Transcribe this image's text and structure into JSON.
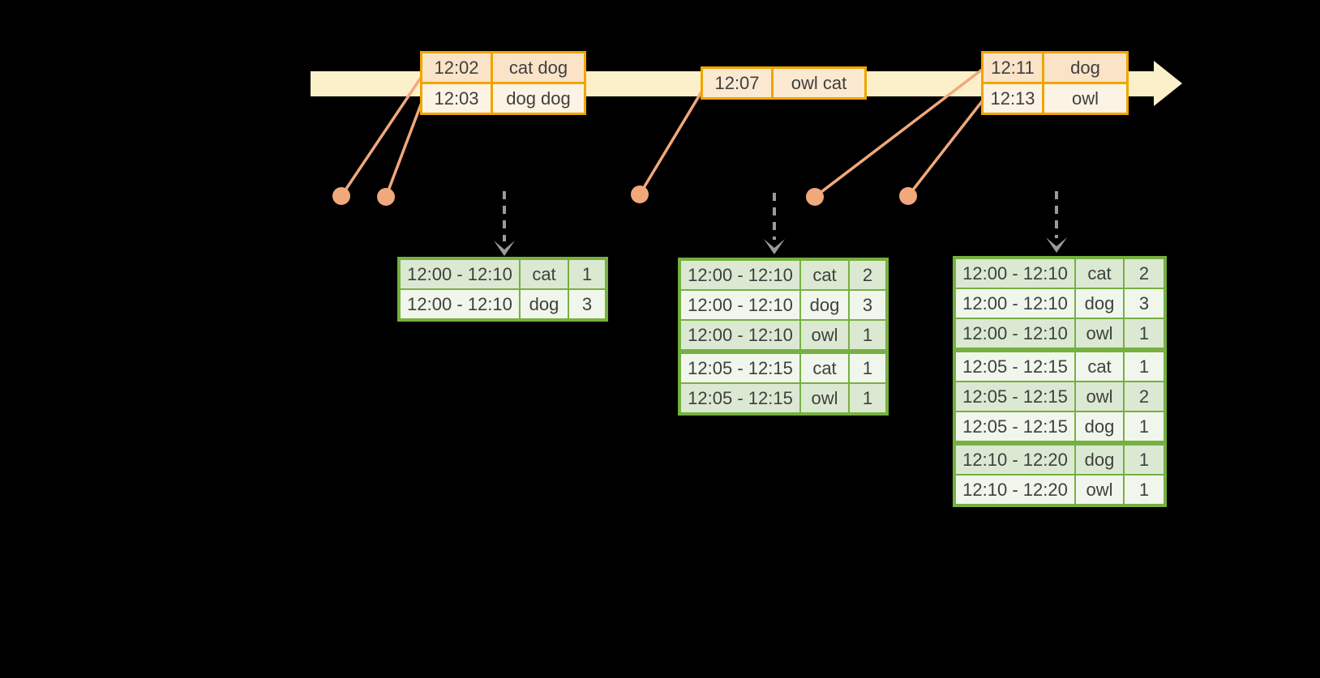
{
  "colors": {
    "background": "#000000",
    "timeline_band": "#FBF0C9",
    "event_table_border": "#F0A500",
    "event_row_dark": "#FAE3C6",
    "event_row_light": "#FDF3E4",
    "event_row_mid": "#FBE9D2",
    "result_table_border": "#76B041",
    "result_row_dark": "#DCE9D2",
    "result_row_light": "#F1F6EC",
    "connector": "#F1A87B",
    "dashed_arrow": "#9B9B9B",
    "text": "#3F3F3F"
  },
  "event_tables": [
    {
      "rows": [
        {
          "time": "12:02",
          "words": "cat dog"
        },
        {
          "time": "12:03",
          "words": "dog dog"
        }
      ]
    },
    {
      "rows": [
        {
          "time": "12:07",
          "words": "owl cat"
        }
      ]
    },
    {
      "rows": [
        {
          "time": "12:11",
          "words": "dog"
        },
        {
          "time": "12:13",
          "words": "owl"
        }
      ]
    }
  ],
  "result_tables": [
    {
      "rows": [
        {
          "window": "12:00 - 12:10",
          "word": "cat",
          "count": "1"
        },
        {
          "window": "12:00 - 12:10",
          "word": "dog",
          "count": "3"
        }
      ]
    },
    {
      "rows": [
        {
          "window": "12:00 - 12:10",
          "word": "cat",
          "count": "2"
        },
        {
          "window": "12:00 - 12:10",
          "word": "dog",
          "count": "3"
        },
        {
          "window": "12:00 - 12:10",
          "word": "owl",
          "count": "1"
        },
        {
          "window": "12:05 - 12:15",
          "word": "cat",
          "count": "1"
        },
        {
          "window": "12:05 - 12:15",
          "word": "owl",
          "count": "1"
        }
      ]
    },
    {
      "rows": [
        {
          "window": "12:00 - 12:10",
          "word": "cat",
          "count": "2"
        },
        {
          "window": "12:00 - 12:10",
          "word": "dog",
          "count": "3"
        },
        {
          "window": "12:00 - 12:10",
          "word": "owl",
          "count": "1"
        },
        {
          "window": "12:05 - 12:15",
          "word": "cat",
          "count": "1"
        },
        {
          "window": "12:05 - 12:15",
          "word": "owl",
          "count": "2"
        },
        {
          "window": "12:05 - 12:15",
          "word": "dog",
          "count": "1"
        },
        {
          "window": "12:10 - 12:20",
          "word": "dog",
          "count": "1"
        },
        {
          "window": "12:10 - 12:20",
          "word": "owl",
          "count": "1"
        }
      ]
    }
  ]
}
